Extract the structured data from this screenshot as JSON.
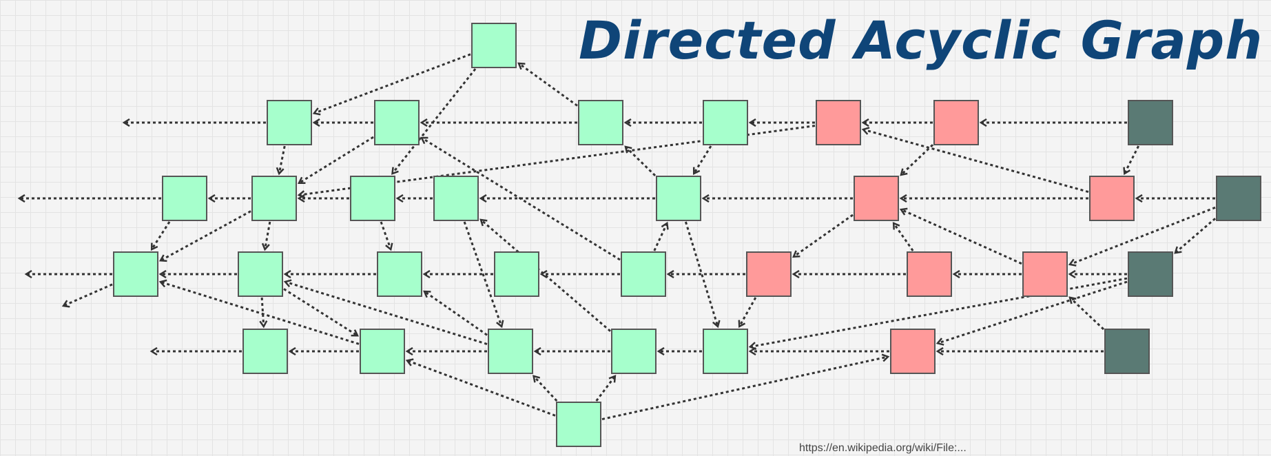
{
  "title": "Directed Acyclic Graph",
  "colors": {
    "confirmed": "#a6ffcc",
    "pending": "#ff9a9a",
    "tip": "#5a7a74",
    "edge": "#333333",
    "title": "#0f4578"
  },
  "nodes": [
    {
      "id": "N0",
      "color": "confirmed"
    },
    {
      "id": "A1",
      "color": "confirmed"
    },
    {
      "id": "A2",
      "color": "confirmed"
    },
    {
      "id": "A3",
      "color": "confirmed"
    },
    {
      "id": "A4",
      "color": "confirmed"
    },
    {
      "id": "A5",
      "color": "pending"
    },
    {
      "id": "A6",
      "color": "pending"
    },
    {
      "id": "A7",
      "color": "tip"
    },
    {
      "id": "B1",
      "color": "confirmed"
    },
    {
      "id": "B2",
      "color": "confirmed"
    },
    {
      "id": "B3",
      "color": "confirmed"
    },
    {
      "id": "B4",
      "color": "confirmed"
    },
    {
      "id": "B5",
      "color": "confirmed"
    },
    {
      "id": "B6",
      "color": "pending"
    },
    {
      "id": "B7",
      "color": "pending"
    },
    {
      "id": "B8",
      "color": "tip"
    },
    {
      "id": "C1",
      "color": "confirmed"
    },
    {
      "id": "C2",
      "color": "confirmed"
    },
    {
      "id": "C3",
      "color": "confirmed"
    },
    {
      "id": "C4",
      "color": "confirmed"
    },
    {
      "id": "C5",
      "color": "confirmed"
    },
    {
      "id": "C6",
      "color": "pending"
    },
    {
      "id": "C7",
      "color": "pending"
    },
    {
      "id": "C8",
      "color": "pending"
    },
    {
      "id": "C9",
      "color": "tip"
    },
    {
      "id": "D1",
      "color": "confirmed"
    },
    {
      "id": "D2",
      "color": "confirmed"
    },
    {
      "id": "D3",
      "color": "confirmed"
    },
    {
      "id": "D4",
      "color": "confirmed"
    },
    {
      "id": "D5",
      "color": "confirmed"
    },
    {
      "id": "D6",
      "color": "pending"
    },
    {
      "id": "D7",
      "color": "tip"
    },
    {
      "id": "E1",
      "color": "confirmed"
    }
  ],
  "edges": [
    [
      "A7",
      "A6"
    ],
    [
      "A6",
      "A5"
    ],
    [
      "A5",
      "A4"
    ],
    [
      "A4",
      "A3"
    ],
    [
      "A3",
      "A2"
    ],
    [
      "A2",
      "A1"
    ],
    [
      "A1",
      "W_A"
    ],
    [
      "B8",
      "B7"
    ],
    [
      "B7",
      "B6"
    ],
    [
      "B6",
      "B5"
    ],
    [
      "B5",
      "B4"
    ],
    [
      "B4",
      "B3"
    ],
    [
      "B3",
      "B2"
    ],
    [
      "B2",
      "B1"
    ],
    [
      "B1",
      "W_B"
    ],
    [
      "C9",
      "C8"
    ],
    [
      "C8",
      "C7"
    ],
    [
      "C7",
      "C6"
    ],
    [
      "C6",
      "C5"
    ],
    [
      "C5",
      "C4"
    ],
    [
      "C4",
      "C3"
    ],
    [
      "C3",
      "C2"
    ],
    [
      "C2",
      "C1"
    ],
    [
      "C1",
      "W_C"
    ],
    [
      "C1",
      "W_C2"
    ],
    [
      "D7",
      "D6"
    ],
    [
      "D6",
      "D5"
    ],
    [
      "D5",
      "D4"
    ],
    [
      "D4",
      "D3"
    ],
    [
      "D3",
      "D2"
    ],
    [
      "D2",
      "D1"
    ],
    [
      "D1",
      "W_D"
    ],
    [
      "A3",
      "N0"
    ],
    [
      "N0",
      "B3"
    ],
    [
      "N0",
      "A1"
    ],
    [
      "A7",
      "B7"
    ],
    [
      "A6",
      "B6"
    ],
    [
      "A5",
      "B2"
    ],
    [
      "A4",
      "B5"
    ],
    [
      "A2",
      "B2"
    ],
    [
      "A1",
      "B2"
    ],
    [
      "B7",
      "A5"
    ],
    [
      "B5",
      "A3"
    ],
    [
      "B5",
      "D5"
    ],
    [
      "B1",
      "C1"
    ],
    [
      "B2",
      "C1"
    ],
    [
      "B2",
      "C2"
    ],
    [
      "B3",
      "C3"
    ],
    [
      "B4",
      "D3"
    ],
    [
      "B6",
      "C6"
    ],
    [
      "B8",
      "C8"
    ],
    [
      "B8",
      "C9"
    ],
    [
      "C9",
      "D5"
    ],
    [
      "C9",
      "D6"
    ],
    [
      "C8",
      "B6"
    ],
    [
      "C7",
      "B6"
    ],
    [
      "C6",
      "D5"
    ],
    [
      "C5",
      "B5"
    ],
    [
      "C5",
      "A2"
    ],
    [
      "C2",
      "D1"
    ],
    [
      "C2",
      "D2"
    ],
    [
      "D2",
      "C1"
    ],
    [
      "D3",
      "C2"
    ],
    [
      "D3",
      "C3"
    ],
    [
      "D4",
      "B4"
    ],
    [
      "D7",
      "C8"
    ],
    [
      "E1",
      "D3"
    ],
    [
      "E1",
      "D4"
    ],
    [
      "E1",
      "D6"
    ],
    [
      "E1",
      "D2"
    ]
  ],
  "footer": "https://en.wikipedia.org/wiki/File:..."
}
